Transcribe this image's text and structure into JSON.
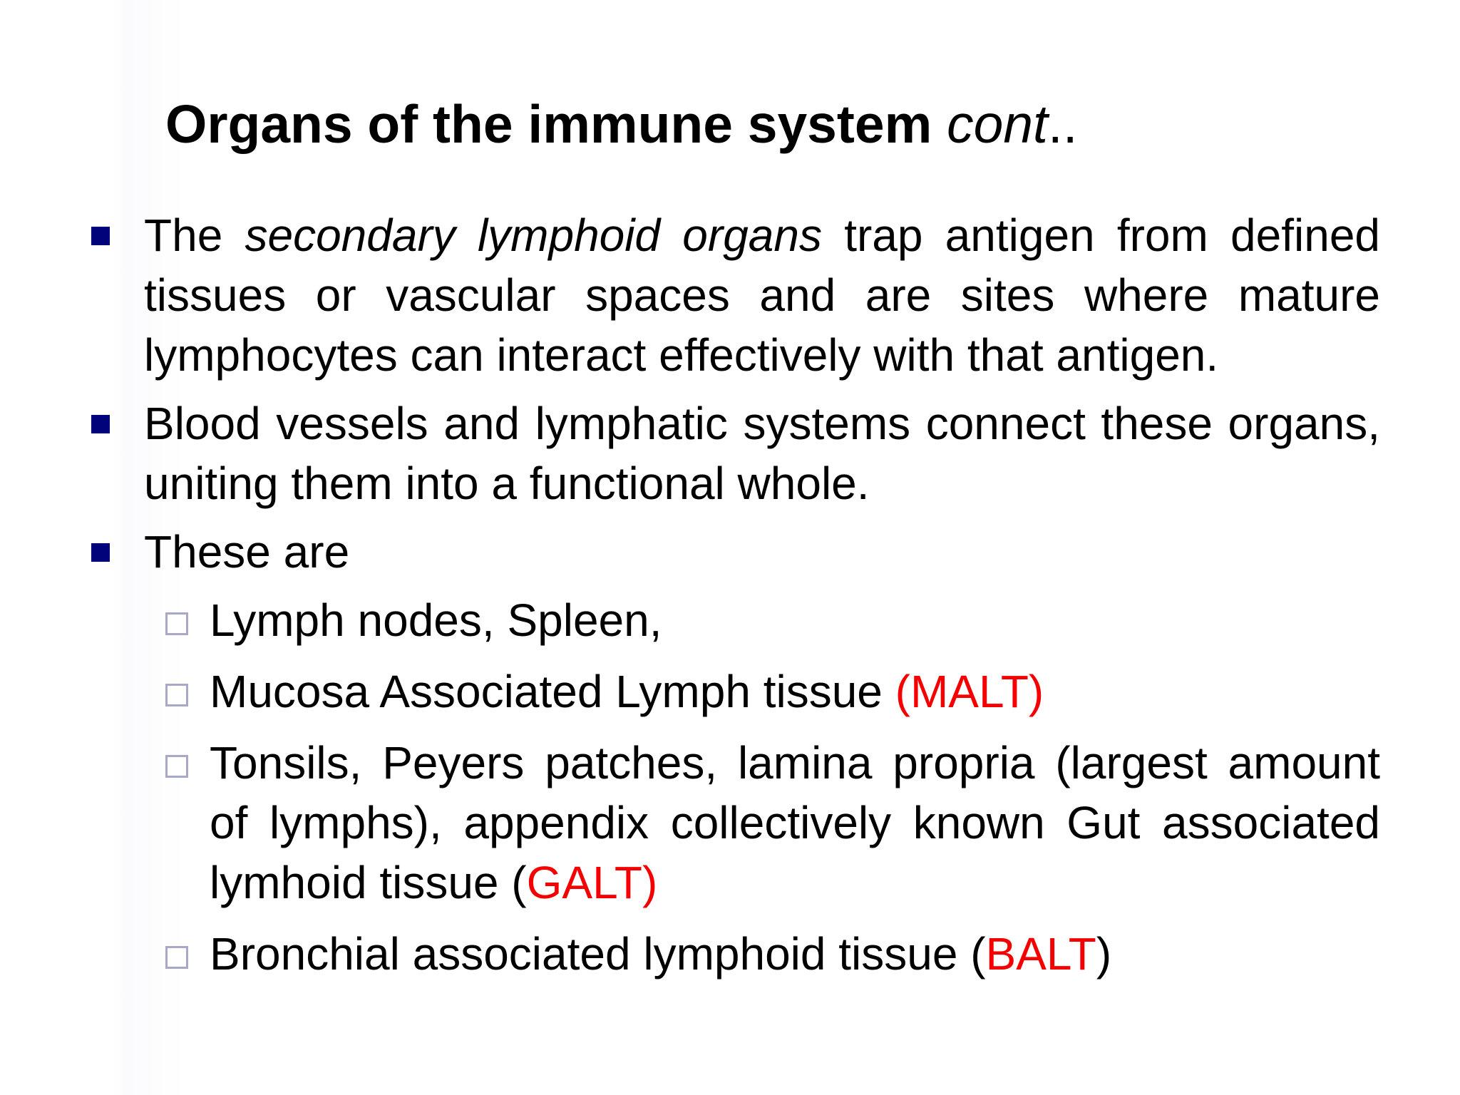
{
  "title": {
    "main": "Organs of the immune system",
    "italic": "cont",
    "suffix": ".."
  },
  "bullets": [
    {
      "pre": "The",
      "italic": "secondary lymphoid organs",
      "post": "trap antigen from defined tissues or vascular spaces and are sites where mature lymphocytes can interact effectively with that antigen."
    },
    {
      "text": "Blood vessels and lymphatic systems connect these organs, uniting them into a functional whole."
    },
    {
      "text": "These are"
    }
  ],
  "subitems": [
    {
      "text": "Lymph nodes, Spleen,"
    },
    {
      "text": "Mucosa Associated Lymph tissue ",
      "highlight": "(MALT)",
      "after": ""
    },
    {
      "text": "Tonsils, Peyers patches, lamina propria (largest amount of lymphs), appendix  collectively known Gut associated lymhoid tissue (",
      "highlight": "GALT)",
      "after": ""
    },
    {
      "text": "Bronchial associated lymphoid tissue (",
      "highlight": "BALT",
      "after": ")"
    }
  ],
  "colors": {
    "bullet_marker": "#00037a",
    "sub_marker_border": "#a8a8c8",
    "highlight": "#f40000"
  }
}
